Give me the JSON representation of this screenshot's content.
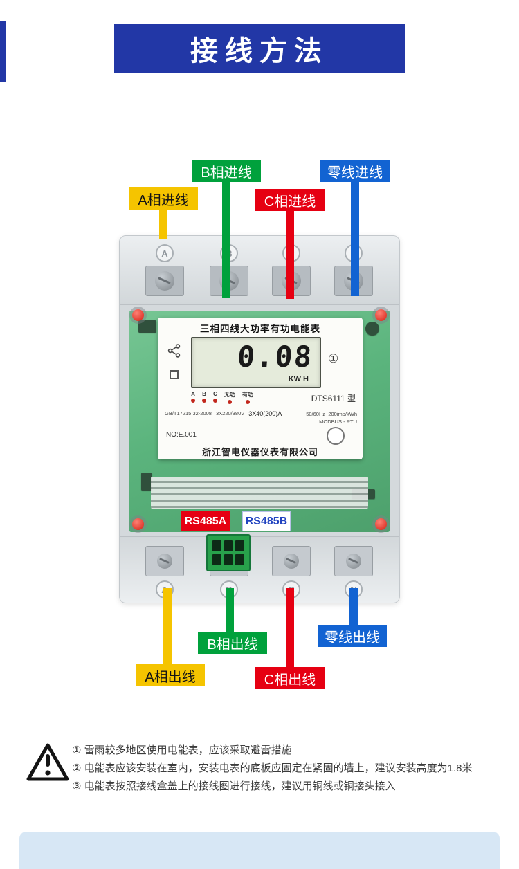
{
  "header": {
    "title": "接线方法",
    "banner_color": "#2237a6"
  },
  "colors": {
    "phase_a": "#f5c400",
    "phase_b": "#00a13c",
    "phase_c": "#e60012",
    "neutral": "#1263d2",
    "rs485b_text": "#2244c0",
    "pcb_green": "#5eb77f"
  },
  "wiring_labels": {
    "a_in": "A相进线",
    "b_in": "B相进线",
    "c_in": "C相进线",
    "n_in": "零线进线",
    "a_out": "A相出线",
    "b_out": "B相出线",
    "c_out": "C相出线",
    "n_out": "零线出线",
    "rs485a": "RS485A",
    "rs485b": "RS485B"
  },
  "meter": {
    "nameplate_title": "三相四线大功率有功电能表",
    "lcd": {
      "value": "0.08",
      "unit": "KW H",
      "badge": "①"
    },
    "indicators": {
      "a": "A",
      "b": "B",
      "c": "C",
      "reactive": "无功",
      "active": "有功"
    },
    "model": "DTS6111 型",
    "standard": "GB/T17215.32-2008",
    "voltage": "3X220/380V",
    "current": "3X40(200)A",
    "frequency": "50/60Hz",
    "meter_constant": "200imp/kWh",
    "protocol": "MODBUS - RTU",
    "serial": "NO:E.001",
    "company": "浙江智电仪器仪表有限公司",
    "terminals": {
      "t1": "A",
      "t2": "B",
      "t3": "C",
      "t4": "N"
    }
  },
  "notes": {
    "item1": "① 雷雨较多地区使用电能表，应该采取避雷措施",
    "item2": "② 电能表应该安装在室内，安装电表的底板应固定在紧固的墙上，建议安装高度为1.8米",
    "item3": "③ 电能表按照接线盒盖上的接线图进行接线，建议用铜线或铜接头接入"
  },
  "footer": {
    "banner_color": "#d7e7f5"
  }
}
